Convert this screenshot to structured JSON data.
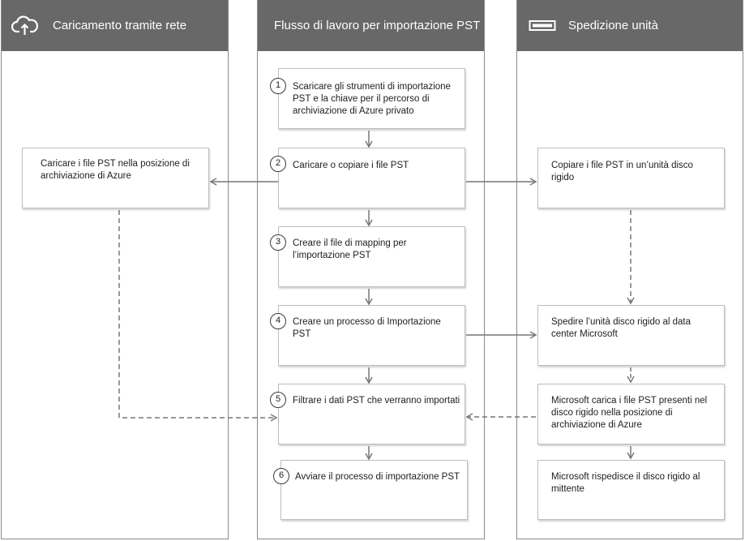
{
  "lanes": {
    "network": {
      "title": "Caricamento tramite rete",
      "icon": "cloud-upload-icon"
    },
    "workflow": {
      "title": "Flusso di lavoro per importazione PST"
    },
    "drive": {
      "title": "Spedizione unità",
      "icon": "hard-drive-icon"
    }
  },
  "steps": [
    {
      "number": "1",
      "text": "Scaricare gli strumenti di importazione PST e la chiave per il percorso di archiviazione di Azure privato"
    },
    {
      "number": "2",
      "text": "Caricare o copiare i file PST"
    },
    {
      "number": "3",
      "text": "Creare il file di mapping per l’importazione PST"
    },
    {
      "number": "4",
      "text": "Creare un processo di Importazione PST"
    },
    {
      "number": "5",
      "text": "Filtrare i dati PST che verranno importati"
    },
    {
      "number": "6",
      "text": "Avviare il processo di importazione PST"
    }
  ],
  "network_steps": [
    {
      "text": "Caricare i file PST nella posizione di archiviazione di Azure"
    }
  ],
  "drive_steps": [
    {
      "text": "Copiare i file PST in un’unità disco rigido"
    },
    {
      "text": "Spedire l’unità disco rigido al data center Microsoft"
    },
    {
      "text": "Microsoft carica i file PST presenti nel disco rigido nella posizione di archiviazione di Azure"
    },
    {
      "text": "Microsoft rispedisce il disco rigido al mittente"
    }
  ],
  "colors": {
    "header": "#686868",
    "lane_border": "#8a8a8a",
    "box_border": "#bdbdbd",
    "arrow": "#777777"
  }
}
